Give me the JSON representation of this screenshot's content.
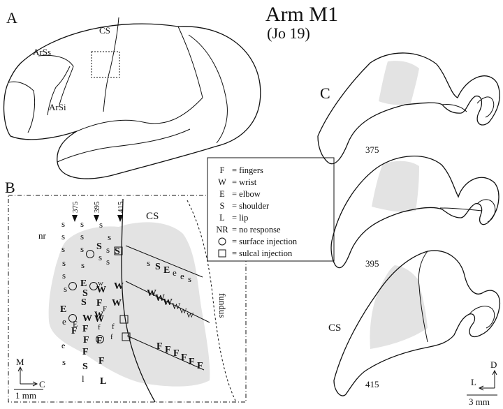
{
  "title": "Arm M1",
  "subtitle": "(Jo 19)",
  "panel_a": {
    "label": "A",
    "sulci": [
      "CS",
      "ArSs",
      "ArSi"
    ]
  },
  "panel_b": {
    "label": "B",
    "section_numbers": [
      "375",
      "395",
      "415"
    ],
    "cs_label": "CS",
    "fundus_label": "fundus",
    "scale_label": "1 mm",
    "orientation": {
      "medial": "M",
      "caudal": "C"
    },
    "legend": [
      {
        "symbol": "F",
        "text": "= fingers"
      },
      {
        "symbol": "W",
        "text": "= wrist"
      },
      {
        "symbol": "E",
        "text": "= elbow"
      },
      {
        "symbol": "S",
        "text": "= shoulder"
      },
      {
        "symbol": "L",
        "text": "= lip"
      },
      {
        "symbol": "NR",
        "text": "= no response"
      },
      {
        "symbol": "circle",
        "text": "= surface injection"
      },
      {
        "symbol": "square",
        "text": "= sulcal injection"
      }
    ],
    "nr_label": "nr",
    "response_letters": [
      "s",
      "s",
      "s",
      "s",
      "s",
      "S",
      "s",
      "s",
      "s",
      "s",
      "S",
      "s",
      "s",
      "s",
      "s",
      "s",
      "E",
      "S",
      "W",
      "w",
      "W",
      "s",
      "S",
      "F",
      "W",
      "W",
      "E",
      "F",
      "W",
      "W",
      "e",
      "F",
      "F",
      "E",
      "f",
      "F",
      "f",
      "f",
      "F",
      "F",
      "F",
      "S",
      "s",
      "l",
      "L",
      "s",
      "S",
      "E",
      "e",
      "e",
      "s",
      "W",
      "W",
      "W",
      "W",
      "W",
      "W",
      "F",
      "F",
      "F",
      "F",
      "F",
      "F"
    ]
  },
  "panel_c": {
    "label": "C",
    "sections": [
      "375",
      "395",
      "415"
    ],
    "cs_label": "CS",
    "orientation": {
      "dorsal": "D",
      "lateral": "L"
    },
    "scale_label": "3 mm"
  },
  "colors": {
    "projection_shade": "#e3e3e3",
    "ink": "#111111"
  }
}
